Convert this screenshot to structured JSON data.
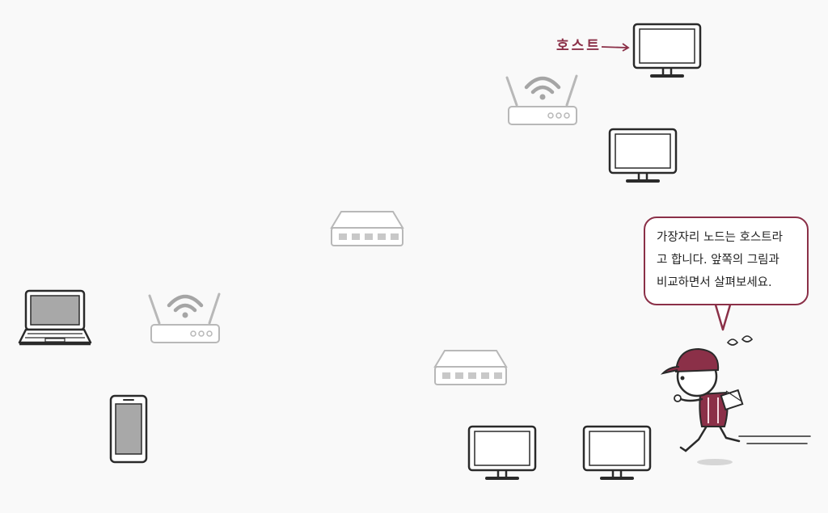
{
  "annotations": {
    "host_label": "호스트"
  },
  "speech_bubble": {
    "lines": [
      "가장자리 노드는 호스트라",
      "고 합니다. 앞쪽의 그림과",
      "비교하면서 살펴보세요."
    ]
  },
  "colors": {
    "accent": "#8b3048",
    "outline_dark": "#2a2a2a",
    "outline_faded": "#b8b8b8",
    "screen_fill": "#a8a8a8"
  },
  "icons": {
    "host_device": "desktop-monitor-icon",
    "router": "wifi-router-icon",
    "switch": "network-switch-icon",
    "laptop": "laptop-icon",
    "phone": "smartphone-icon",
    "mascot": "delivery-person-icon"
  }
}
